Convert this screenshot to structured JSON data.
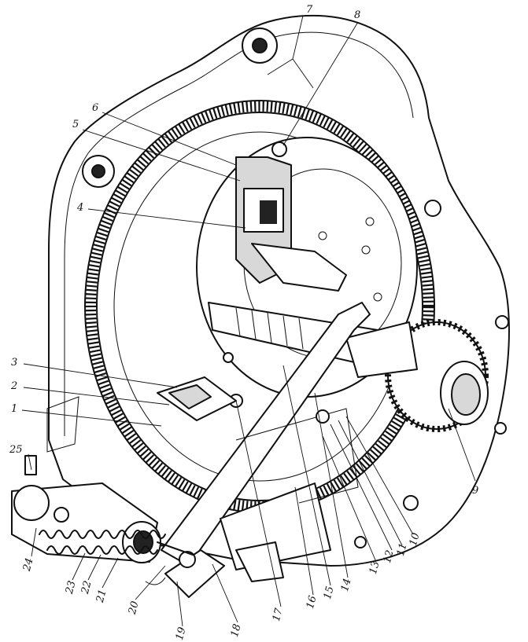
{
  "labels": {
    "l1": "1",
    "l2": "2",
    "l3": "3",
    "l4": "4",
    "l5": "5",
    "l6": "6",
    "l7": "7",
    "l8": "8",
    "l9": "9",
    "l10": "10",
    "l11": "11",
    "l12": "12",
    "l13": "13",
    "l14": "14",
    "l15": "15",
    "l16": "16",
    "l17": "17",
    "l18": "18",
    "l19": "19",
    "l20": "20",
    "l21": "21",
    "l22": "22",
    "l23": "23",
    "l24": "24",
    "l25": "25"
  },
  "colors": {
    "ink": "#111111",
    "paper": "#ffffff",
    "shade": "#d8d8d8"
  }
}
